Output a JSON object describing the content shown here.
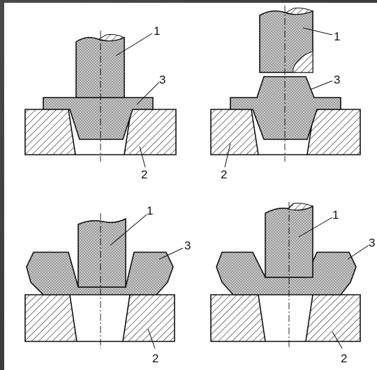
{
  "colors": {
    "background": "#3a3a3a",
    "paper": "#ffffff",
    "stroke": "#111111",
    "stipple": "#c8c8c8",
    "stipple_dots": "#5a5a5a",
    "hatch": "#222222"
  },
  "panels": [
    {
      "id": "top-left",
      "labels": {
        "punch": "1",
        "die": "2",
        "workpiece": "3"
      }
    },
    {
      "id": "top-right",
      "labels": {
        "punch": "1",
        "die": "2",
        "workpiece": "3"
      }
    },
    {
      "id": "bottom-left",
      "labels": {
        "punch": "1",
        "die": "2",
        "workpiece": "3"
      }
    },
    {
      "id": "bottom-right",
      "labels": {
        "punch": "1",
        "die": "2",
        "workpiece": "3"
      }
    }
  ]
}
